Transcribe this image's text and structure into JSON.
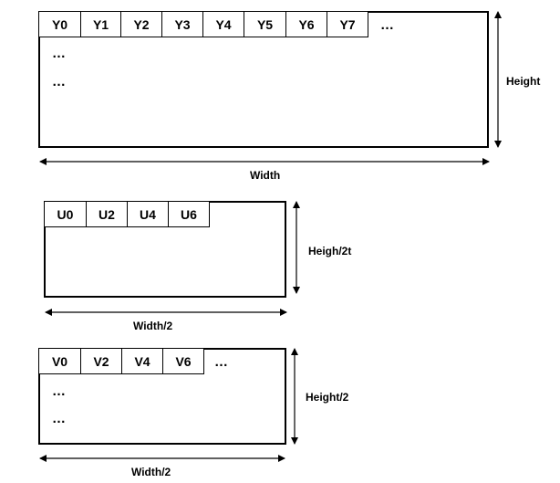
{
  "y_plane": {
    "cells": [
      "Y0",
      "Y1",
      "Y2",
      "Y3",
      "Y4",
      "Y5",
      "Y6",
      "Y7"
    ],
    "row_ellipsis": "…",
    "col_ellipsis": [
      "…",
      "…"
    ],
    "width_label": "Width",
    "height_label": "Height"
  },
  "u_plane": {
    "cells": [
      "U0",
      "U2",
      "U4",
      "U6"
    ],
    "width_label": "Width/2",
    "height_label": "Heigh/2t"
  },
  "v_plane": {
    "cells": [
      "V0",
      "V2",
      "V4",
      "V6"
    ],
    "row_ellipsis": "…",
    "col_ellipsis": [
      "…",
      "…"
    ],
    "width_label": "Width/2",
    "height_label": "Height/2"
  }
}
